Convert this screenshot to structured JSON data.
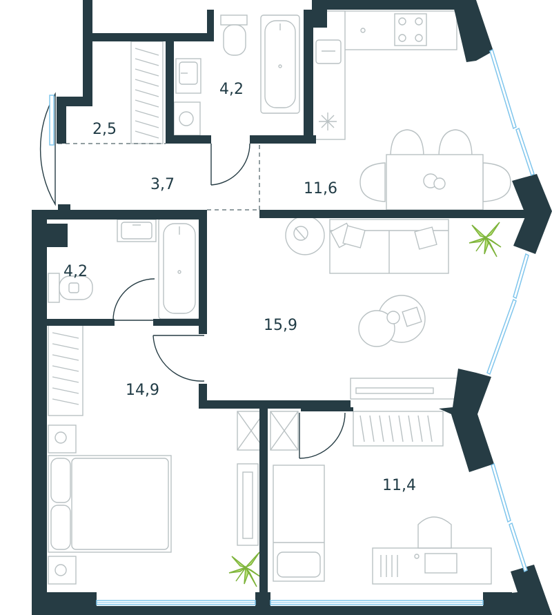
{
  "rooms": {
    "storage": "2,5",
    "bath_top": "4,2",
    "hall": "3,7",
    "kitchen": "11,6",
    "bath_left": "4,2",
    "living": "15,9",
    "bedroom_main": "14,9",
    "bedroom_small": "11,4"
  },
  "colors": {
    "wall": "#263c44",
    "furniture_line": "#b9c1c3",
    "window": "#7fc5ec",
    "plant": "#7db33a",
    "label": "#1f3a44"
  }
}
